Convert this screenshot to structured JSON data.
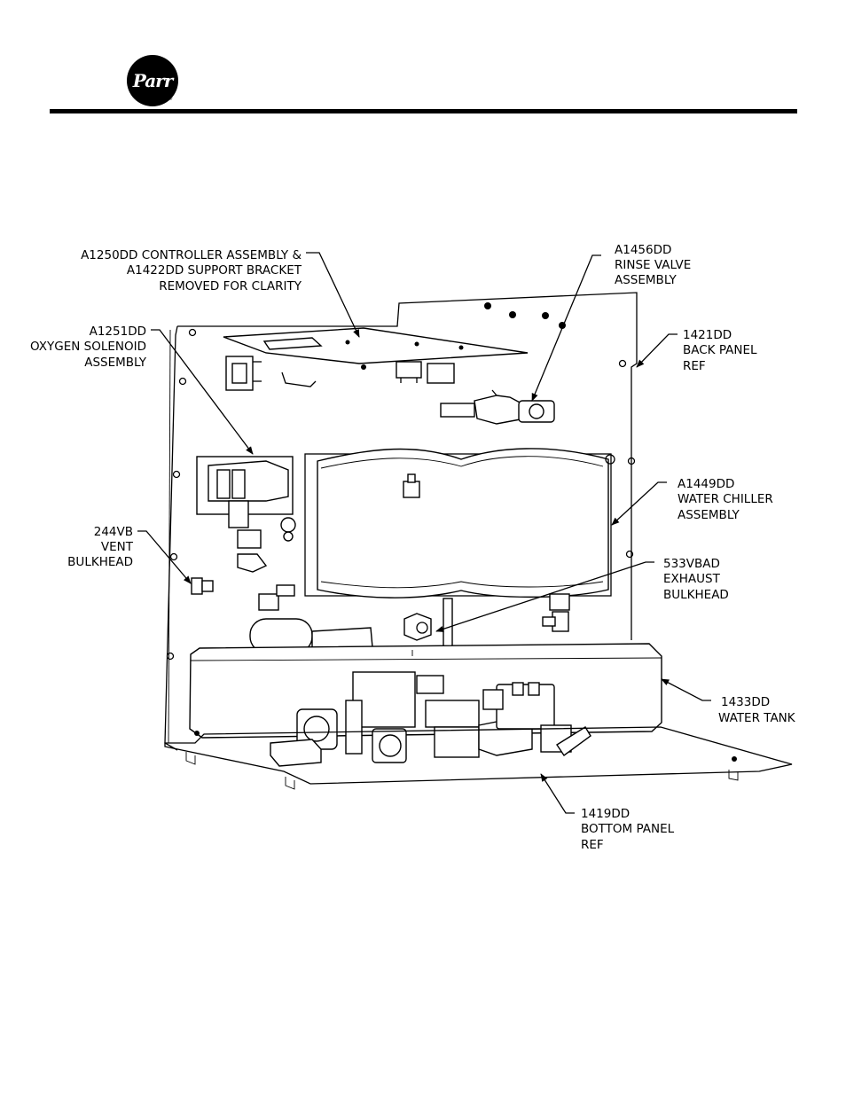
{
  "header": {
    "logo_text": "Parr",
    "logo_mark": "®"
  },
  "callouts": [
    {
      "id": "controller",
      "lines": [
        "A1250DD CONTROLLER ASSEMBLY &",
        "A1422DD SUPPORT BRACKET",
        "REMOVED FOR CLARITY"
      ]
    },
    {
      "id": "rinse-valve",
      "lines": [
        "A1456DD",
        "RINSE VALVE",
        "ASSEMBLY"
      ]
    },
    {
      "id": "oxygen-solenoid",
      "lines": [
        "A1251DD",
        "OXYGEN SOLENOID",
        "ASSEMBLY"
      ]
    },
    {
      "id": "back-panel",
      "lines": [
        "1421DD",
        "BACK PANEL",
        "REF"
      ]
    },
    {
      "id": "water-chiller",
      "lines": [
        "A1449DD",
        "WATER CHILLER",
        "ASSEMBLY"
      ]
    },
    {
      "id": "vent-bulkhead",
      "lines": [
        "244VB",
        "VENT",
        "BULKHEAD"
      ]
    },
    {
      "id": "exhaust-bulkhead",
      "lines": [
        "533VBAD",
        "EXHAUST",
        "BULKHEAD"
      ]
    },
    {
      "id": "water-tank",
      "lines": [
        "1433DD",
        "WATER TANK"
      ]
    },
    {
      "id": "bottom-panel",
      "lines": [
        "1419DD",
        "BOTTOM PANEL",
        "REF"
      ]
    }
  ]
}
